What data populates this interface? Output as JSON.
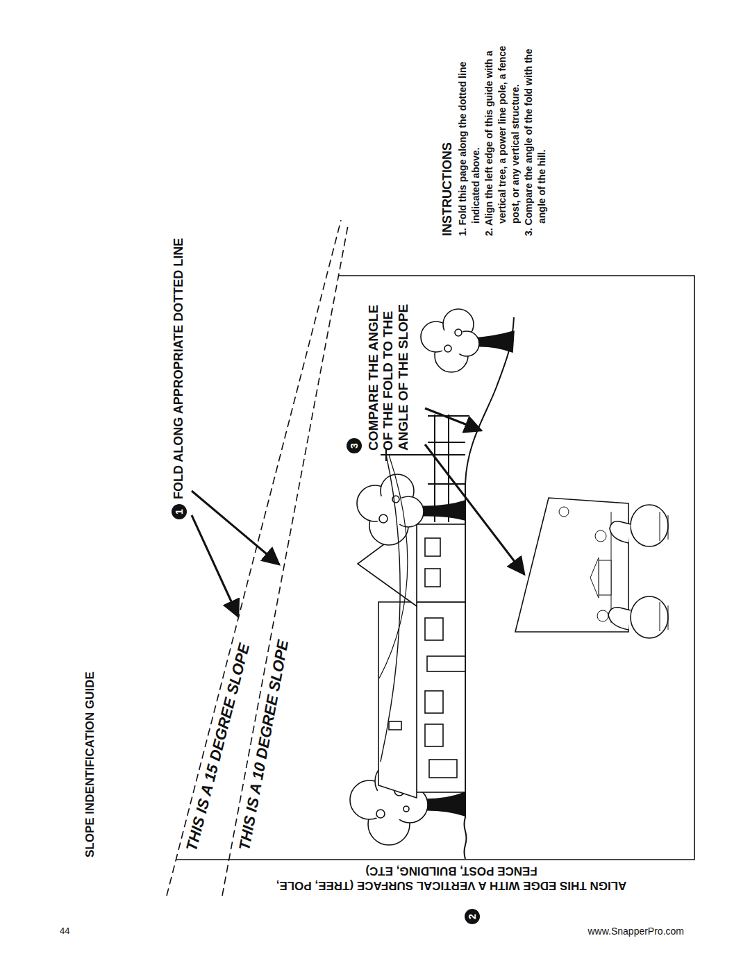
{
  "diagram": {
    "title": "SLOPE INDENTIFICATION GUIDE",
    "labels": [
      "1",
      "FOLD ALONG APPROPRIATE DOTTED LINE",
      "THIS IS A 15 DEGREE SLOPE",
      "THIS IS A 10 DEGREE SLOPE",
      "2",
      "ALIGN THIS EDGE WITH A VERTICAL SURFACE (TREE, POLE, FENCE POST, BUILDING, ETC)",
      "3",
      "COMPARE THE ANGLE OF THE FOLD TO THE ANGLE OF THE SLOPE",
      "INSTRUCTIONS",
      "1. Fold this page along the dotted line indicated above.",
      "2. Align the left edge of this guide with a vertical tree, a power line pole, a fence post, or any vertical structure.",
      "3. Compare the angle of the fold with the angle of the hill.",
      "44",
      "www.SnapperPro.com"
    ]
  }
}
